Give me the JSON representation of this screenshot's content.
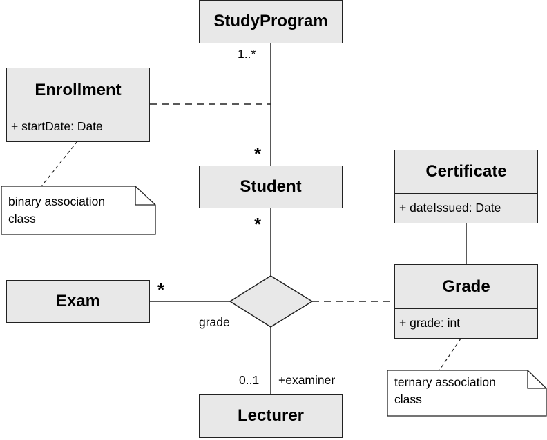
{
  "classes": {
    "study_program": {
      "name": "StudyProgram"
    },
    "enrollment": {
      "name": "Enrollment",
      "attribute": "+ startDate: Date"
    },
    "student": {
      "name": "Student"
    },
    "certificate": {
      "name": "Certificate",
      "attribute": "+ dateIssued: Date"
    },
    "grade": {
      "name": "Grade",
      "attribute": "+ grade: int"
    },
    "exam": {
      "name": "Exam"
    },
    "lecturer": {
      "name": "Lecturer"
    }
  },
  "multiplicities": {
    "studyprogram_end": "1..*",
    "student_upper": "*",
    "student_lower": "*",
    "exam_end": "*",
    "lecturer_end": "0..1"
  },
  "labels": {
    "association_name": "grade",
    "lecturer_role": "+examiner"
  },
  "notes": {
    "binary": [
      "binary association",
      "class"
    ],
    "ternary": [
      "ternary association",
      "class"
    ]
  }
}
